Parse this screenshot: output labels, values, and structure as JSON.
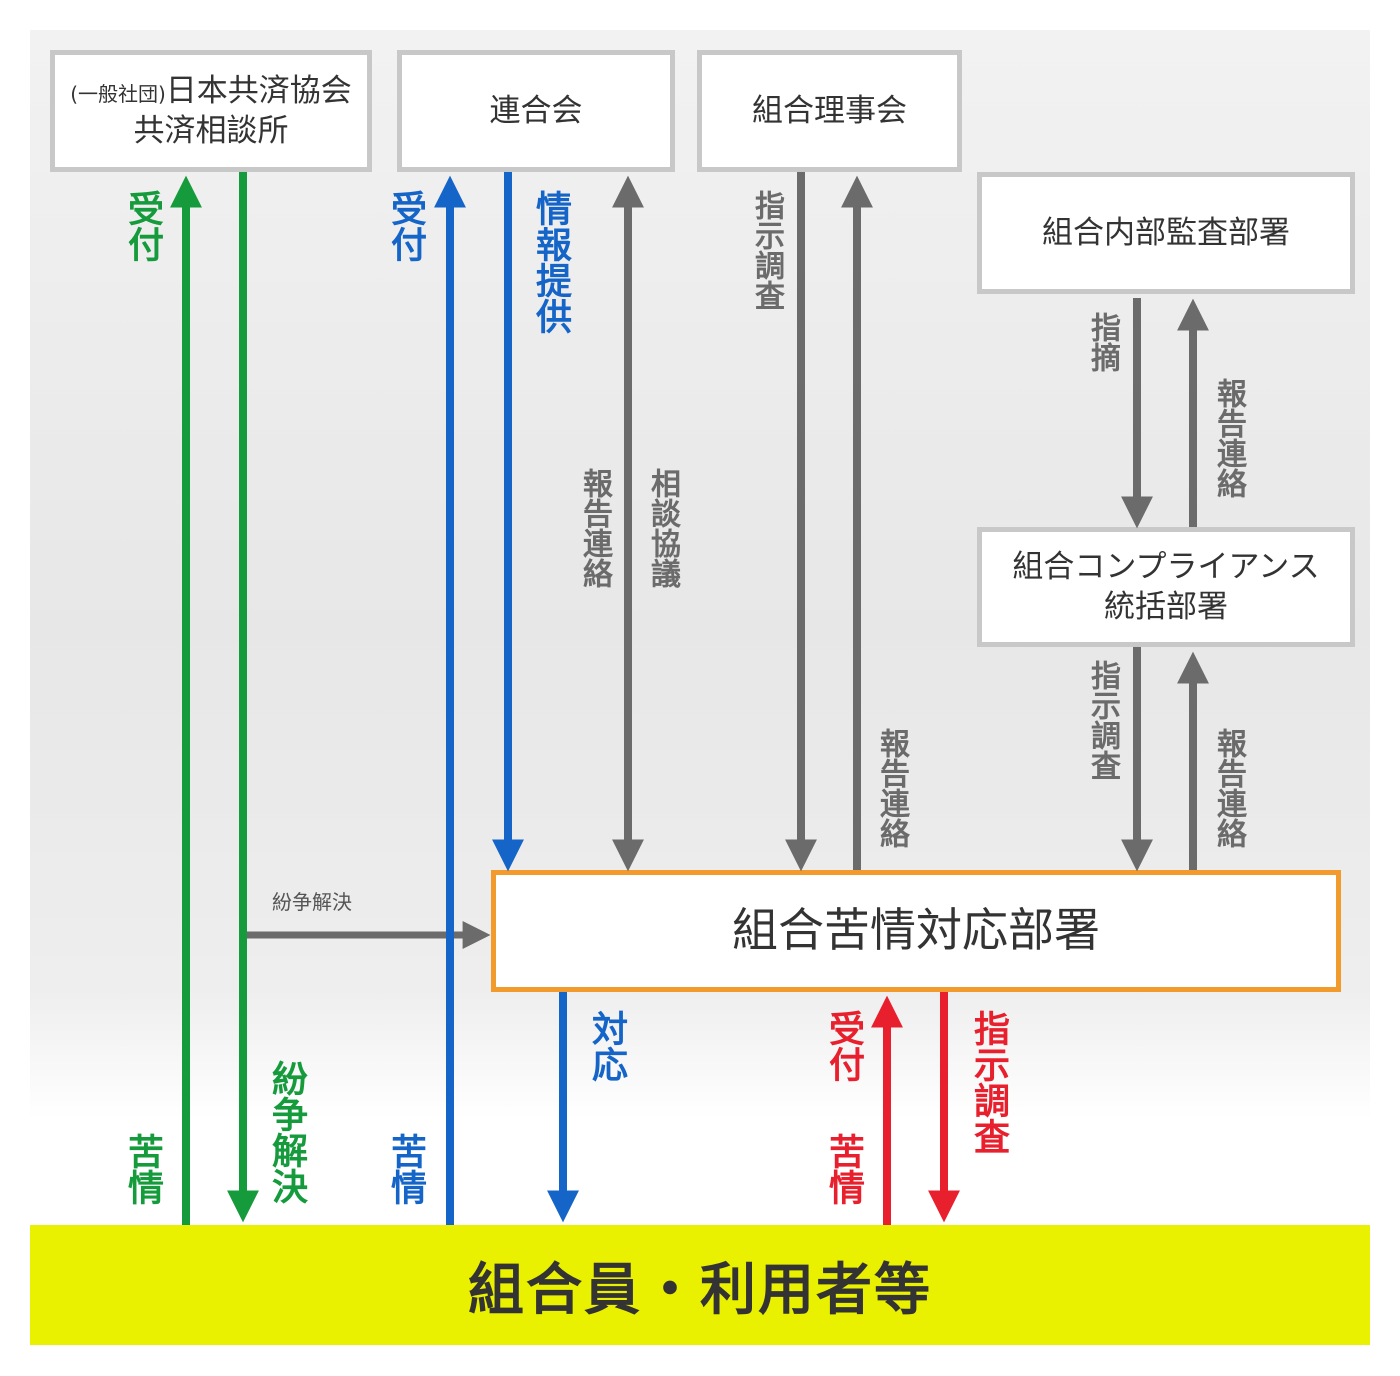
{
  "boxes": {
    "jca_prefix": "(一般社団)",
    "jca_line1": "日本共済協会",
    "jca_line2": "共済相談所",
    "federation": "連合会",
    "board": "組合理事会",
    "internal_audit": "組合内部監査部署",
    "compliance_line1": "組合コンプライアンス",
    "compliance_line2": "統括部署",
    "complaint_dept": "組合苦情対応部署",
    "members": "組合員・利用者等"
  },
  "labels": {
    "jca_receive": "受付",
    "jca_complaint": "苦情",
    "jca_dispute": "紛争解決",
    "fed_receive": "受付",
    "fed_complaint": "苦情",
    "fed_info": "情報提供",
    "fed_report": "報告連絡",
    "fed_consult": "相談協議",
    "board_instruct": "指示調査",
    "board_report": "報告連絡",
    "audit_point": "指摘",
    "audit_report": "報告連絡",
    "comp_instruct": "指示調査",
    "comp_report": "報告連絡",
    "dispute_horizontal": "紛争解決",
    "dept_response": "対応",
    "dept_receive": "受付",
    "dept_complaint": "苦情",
    "dept_instruct": "指示調査"
  },
  "colors": {
    "green": "#169b3c",
    "blue": "#1565c8",
    "red": "#e8202d",
    "gray": "#6b6b6b",
    "orange_border": "#f39a2d",
    "bottom_yellow": "#e9f000"
  }
}
